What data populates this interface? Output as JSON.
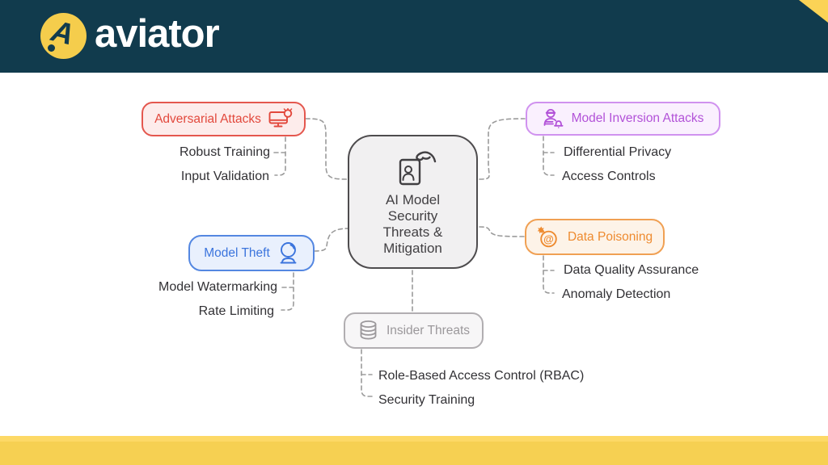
{
  "brand": {
    "name": "aviator",
    "logo_letter": "A",
    "header_bg": "#113b4d",
    "accent_yellow": "#f6d052"
  },
  "diagram": {
    "center": {
      "title_lines": [
        "AI Model",
        "Security",
        "Threats &",
        "Mitigation"
      ],
      "icon": "id-card-hand-icon",
      "bg": "#f1f0f1",
      "border": "#4e4c4e"
    },
    "branches": [
      {
        "id": "adversarial-attacks",
        "label": "Adversarial Attacks",
        "icon": "monitor-bug-icon",
        "color": "#e2483c",
        "border": "#e4574e",
        "bg": "#fdeceb",
        "children": [
          "Robust Training",
          "Input Validation"
        ]
      },
      {
        "id": "model-theft",
        "label": "Model Theft",
        "icon": "crystal-ball-icon",
        "color": "#3b74dd",
        "border": "#5487e1",
        "bg": "#e9f0fd",
        "children": [
          "Model Watermarking",
          "Rate Limiting"
        ]
      },
      {
        "id": "model-inversion-attacks",
        "label": "Model Inversion Attacks",
        "icon": "spy-bell-icon",
        "color": "#b252d8",
        "border": "#d092ef",
        "bg": "#faf0fe",
        "children": [
          "Differential Privacy",
          "Access Controls"
        ]
      },
      {
        "id": "data-poisoning",
        "label": "Data Poisoning",
        "icon": "bomb-at-icon",
        "color": "#ee8b30",
        "border": "#f0a053",
        "bg": "#fdf3e8",
        "children": [
          "Data Quality Assurance",
          "Anomaly Detection"
        ]
      },
      {
        "id": "insider-threats",
        "label": "Insider Threats",
        "icon": "database-icon",
        "color": "#9b989b",
        "border": "#b1aeb1",
        "bg": "#f7f6f7",
        "children": [
          "Role-Based Access Control (RBAC)",
          "Security Training"
        ]
      }
    ]
  }
}
